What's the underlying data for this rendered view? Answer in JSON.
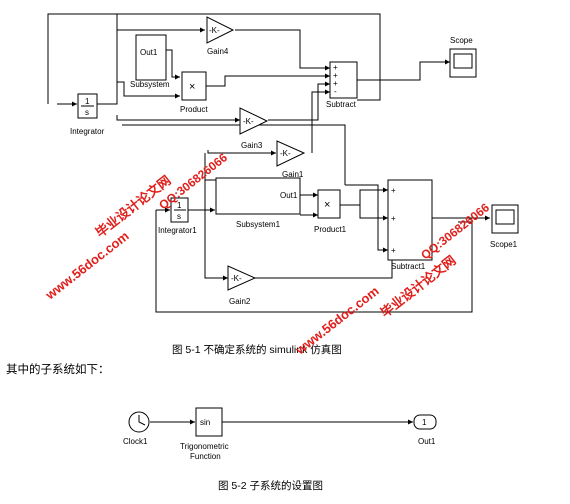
{
  "diagram_main": {
    "blocks": {
      "out1": "Out1",
      "subsystem": "Subsystem",
      "gain4_sym": "-K-",
      "gain4": "Gain4",
      "product_sym": "×",
      "product": "Product",
      "scope": "Scope",
      "subtract": "Subtract",
      "integrator_num": "1",
      "integrator_den": "s",
      "integrator": "Integrator",
      "gain_top_sym": "-K-",
      "gain3": "Gain3",
      "gain1_sym": "-K-",
      "gain1": "Gain1",
      "integrator1_num": "1",
      "integrator1_den": "s",
      "integrator1": "Integrator1",
      "subsystem1_out": "Out1",
      "subsystem1": "Subsystem1",
      "product1_sym": "×",
      "product1": "Product1",
      "subtract1": "Subtract1",
      "scope1": "Scope1",
      "gain2_sym": "-K-",
      "gain2": "Gain2",
      "plus": "+",
      "minus": "-"
    }
  },
  "caption1": "图 5-1 不确定系统的 simulink 仿真图",
  "intro": "其中的子系统如下：",
  "diagram_sub": {
    "clock_label": "Clock1",
    "sin_sym": "sin",
    "trig_line1": "Trigonometric",
    "trig_line2": "Function",
    "out_num": "1",
    "out_label": "Out1"
  },
  "caption2": "图 5-2 子系统的设置图",
  "watermark": {
    "site": "www.56doc.com",
    "qq": "QQ:306826066",
    "name": "毕业设计论文网"
  }
}
